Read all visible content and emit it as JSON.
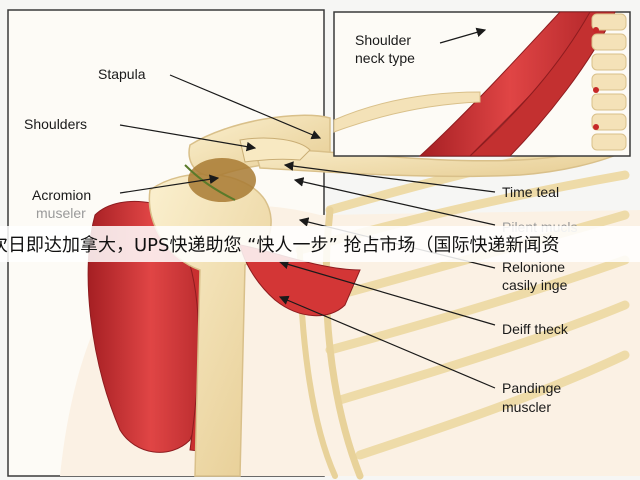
{
  "labels": {
    "stapula": "Stapula",
    "shoulders": "Shoulders",
    "acromion": "Acromion",
    "acromion_sub": "museler",
    "shoulder_neck_1": "Shoulder",
    "shoulder_neck_2": "neck type",
    "time_teal": "Time teal",
    "pilent_1": "Pilent mucls",
    "relonione_1": "Relonione",
    "relonione_2": "casily inge",
    "deiff_theck": "Deiff theck",
    "pandinge_1": "Pandinge",
    "pandinge_2": "muscler"
  },
  "banner": {
    "text": "次日即达加拿大，UPS快递助您 “快人一步” 抢占市场（国际快递新闻资"
  },
  "colors": {
    "background": "#f6f6f4",
    "bone": "#f4e2b8",
    "bone_shadow": "#d9c08a",
    "muscle": "#d63a3a",
    "muscle_dark": "#a51f23",
    "joint": "#a87a32",
    "skin": "#fbf1e4",
    "frame": "#3a3a3a",
    "arrow": "#1a1a1a"
  }
}
